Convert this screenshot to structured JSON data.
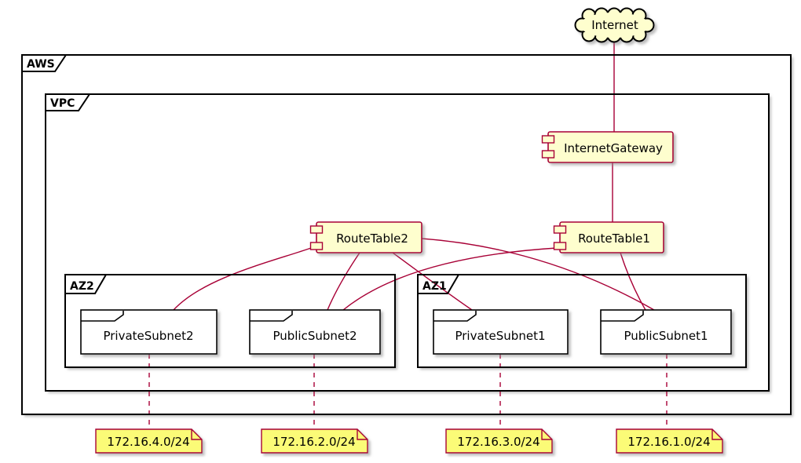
{
  "cloud": {
    "label": "Internet"
  },
  "frames": {
    "aws": {
      "label": "AWS"
    },
    "vpc": {
      "label": "VPC"
    },
    "az2": {
      "label": "AZ2"
    },
    "az1": {
      "label": "AZ1"
    }
  },
  "components": {
    "internet_gateway": {
      "label": "InternetGateway"
    },
    "route_table2": {
      "label": "RouteTable2"
    },
    "route_table1": {
      "label": "RouteTable1"
    }
  },
  "subnets": {
    "private_subnet2": {
      "label": "PrivateSubnet2",
      "cidr": "172.16.4.0/24"
    },
    "public_subnet2": {
      "label": "PublicSubnet2",
      "cidr": "172.16.2.0/24"
    },
    "private_subnet1": {
      "label": "PrivateSubnet1",
      "cidr": "172.16.3.0/24"
    },
    "public_subnet1": {
      "label": "PublicSubnet1",
      "cidr": "172.16.1.0/24"
    }
  },
  "edges": [
    {
      "from": "Internet",
      "to": "InternetGateway",
      "style": "solid"
    },
    {
      "from": "InternetGateway",
      "to": "RouteTable1",
      "style": "solid"
    },
    {
      "from": "RouteTable1",
      "to": "PublicSubnet1",
      "style": "solid"
    },
    {
      "from": "RouteTable1",
      "to": "PublicSubnet2",
      "style": "solid"
    },
    {
      "from": "RouteTable2",
      "to": "PublicSubnet1",
      "style": "solid"
    },
    {
      "from": "RouteTable2",
      "to": "PublicSubnet2",
      "style": "solid"
    },
    {
      "from": "RouteTable2",
      "to": "PrivateSubnet1",
      "style": "solid"
    },
    {
      "from": "RouteTable2",
      "to": "PrivateSubnet2",
      "style": "solid"
    },
    {
      "from": "PrivateSubnet2",
      "to": "note 172.16.4.0/24",
      "style": "dashed"
    },
    {
      "from": "PublicSubnet2",
      "to": "note 172.16.2.0/24",
      "style": "dashed"
    },
    {
      "from": "PrivateSubnet1",
      "to": "note 172.16.3.0/24",
      "style": "dashed"
    },
    {
      "from": "PublicSubnet1",
      "to": "note 172.16.1.0/24",
      "style": "dashed"
    }
  ],
  "colors": {
    "line": "#A80036",
    "component_fill": "#FEFECE",
    "component_border": "#A80036",
    "note_fill": "#FBFB77",
    "note_border": "#A80036",
    "frame_border": "#000000",
    "subnet_fill": "#FFFFFF",
    "background": "#FFFFFF"
  }
}
